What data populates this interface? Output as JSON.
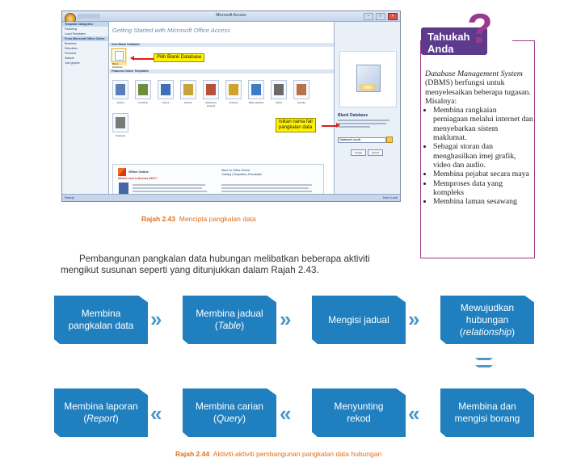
{
  "screenshot": {
    "window_title": "Microsoft Access",
    "left_pane": {
      "items": [
        {
          "label": "Template Categories",
          "kind": "hd"
        },
        {
          "label": "Featuring",
          "kind": ""
        },
        {
          "label": "Local Templates",
          "kind": ""
        },
        {
          "label": "From Microsoft Office Online",
          "kind": "hd"
        },
        {
          "label": "Business",
          "kind": ""
        },
        {
          "label": "Education",
          "kind": ""
        },
        {
          "label": "Personal",
          "kind": ""
        },
        {
          "label": "Sample",
          "kind": ""
        },
        {
          "label": "Just graphs",
          "kind": ""
        }
      ]
    },
    "main_title": "Getting Started with Microsoft Office Access",
    "section_new_blank": "New Blank Database",
    "blank_thumb_label": "Blank Database",
    "section_featured": "Featured Online Templates",
    "templates": [
      {
        "name": "Assets",
        "icon": "assets-icon",
        "color": "#5a7fb8"
      },
      {
        "name": "Contacts",
        "icon": "contacts-icon",
        "color": "#6d8e3a"
      },
      {
        "name": "Issues",
        "icon": "issues-icon",
        "color": "#3b6fb6"
      },
      {
        "name": "Events",
        "icon": "events-icon",
        "color": "#c8a23a"
      },
      {
        "name": "Marketing projects",
        "icon": "marketing-icon",
        "color": "#b8503a"
      },
      {
        "name": "Projects",
        "icon": "projects-icon",
        "color": "#d4a226"
      },
      {
        "name": "Sales pipeline",
        "icon": "sales-icon",
        "color": "#3d7bc4"
      },
      {
        "name": "Tasks",
        "icon": "tasks-icon",
        "color": "#6a6a6a"
      },
      {
        "name": "Faculty",
        "icon": "faculty-icon",
        "color": "#b7724a"
      },
      {
        "name": "Students",
        "icon": "students-icon",
        "color": "#7a7a7a"
      }
    ],
    "online_logo_text": "Office Online",
    "online_heading": "What's new in Access 2007?",
    "online_right_heading": "More on Office Online:",
    "online_right_links": "Training | Templates | Downloads",
    "right_pane": {
      "heading": "Blank Database",
      "filename": "Database1.accdb",
      "create_btn": "Create",
      "cancel_btn": "Cancel"
    },
    "status_left": "Ready",
    "status_right": "Num Lock",
    "callout_blank": "Pilih Blank Database",
    "callout_name_1": "Isikan nama fail",
    "callout_name_2": "pangkalan data"
  },
  "caption1": {
    "num": "Rajah 2.43",
    "text": "Mencipta pangkalan data"
  },
  "tahukah": {
    "title1": "Tahukah",
    "title2": "Anda",
    "qmark": "?",
    "intro_italic": "Database Management System",
    "intro_rest": " (DBMS) berfungsi untuk menyelesaikan beberapa tugasan. Misalnya:",
    "bullets": [
      "Membina rangkaian perniagaan melalui internet dan menyebarkan sistem maklumat.",
      "Sebagai storan dan menghasilkan imej grafik, video dan audio.",
      "Membina pejabat secara maya",
      "Memproses data yang kompleks",
      "Membina laman sesawang"
    ]
  },
  "paragraph": {
    "line1": "Pembangunan pangkalan data hubungan melibatkan beberapa aktiviti",
    "line2": "mengikut susunan seperti yang ditunjukkan dalam Rajah 2.43."
  },
  "flow": {
    "step1": {
      "line1": "Membina",
      "line2": "pangkalan data"
    },
    "step2": {
      "line1": "Membina jadual",
      "line2": "Table"
    },
    "step3": {
      "line1": "Mengisi jadual"
    },
    "step4": {
      "line1": "Mewujudkan",
      "line2": "hubungan",
      "line3": "relationship"
    },
    "step5": {
      "line1": "Membina dan",
      "line2": "mengisi borang"
    },
    "step6": {
      "line1": "Menyunting",
      "line2": "rekod"
    },
    "step7": {
      "line1": "Membina carian",
      "line2": "Query"
    },
    "step8": {
      "line1": "Membina laporan",
      "line2": "Report"
    },
    "arrow_right": "»",
    "arrow_left": "«",
    "colors": {
      "box": "#1f7fbf",
      "arrow": "#4b98c9"
    }
  },
  "caption2": {
    "num": "Rajah 2.44",
    "text": "Aktiviti-aktiviti pembangunan pangkalan data hubungan"
  }
}
